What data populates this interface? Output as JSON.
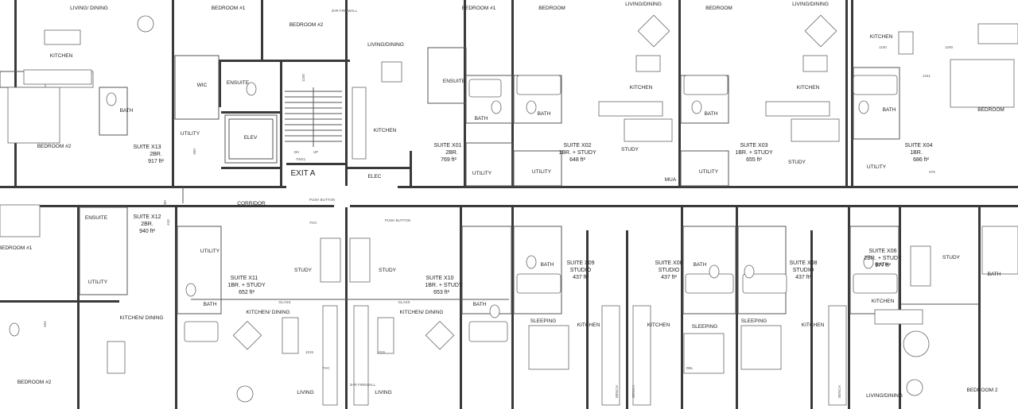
{
  "suites": [
    {
      "name": "SUITE X13",
      "type": "2BR.",
      "area": "917 ft²"
    },
    {
      "name": "SUITE X01",
      "type": "2BR.",
      "area": "769 ft²"
    },
    {
      "name": "SUITE X02",
      "type": "1BR. + STUDY",
      "area": "648 ft²"
    },
    {
      "name": "SUITE X03",
      "type": "1BR. + STUDY",
      "area": "655 ft²"
    },
    {
      "name": "SUITE X04",
      "type": "1BR.",
      "area": "686 ft²"
    },
    {
      "name": "SUITE X12",
      "type": "2BR.",
      "area": "940 ft²"
    },
    {
      "name": "SUITE X11",
      "type": "1BR. + STUDY",
      "area": "652 ft²"
    },
    {
      "name": "SUITE X10",
      "type": "1BR. + STUDY",
      "area": "653 ft²"
    },
    {
      "name": "SUITE X09",
      "type": "STUDIO",
      "area": "437 ft²"
    },
    {
      "name": "SUITE X08",
      "type": "STUDIO",
      "area": "437 ft²"
    },
    {
      "name": "SUITE X08",
      "type": "STUDIO",
      "area": "437 ft²"
    },
    {
      "name": "SUITE X06",
      "type": "2BR. + STUDY",
      "area": "977 ft²"
    }
  ],
  "rooms": {
    "living_dining": "LIVING/ DINING",
    "living_dining2": "LIVING/DINING",
    "kitchen": "KITCHEN",
    "kitchen_dining": "KITCHEN/ DINING",
    "bedroom": "BEDROOM",
    "bedroom1": "BEDROOM #1",
    "bedroom2": "BEDROOM #2",
    "bedroom_2": "BEDROOM 2",
    "bath": "BATH",
    "ensuite": "ENSUITE",
    "utility": "UTILITY",
    "study": "STUDY",
    "sleeping": "SLEEPING",
    "living": "LIVING",
    "wic": "WIC",
    "elev": "ELEV",
    "exit": "EXIT A",
    "elec": "ELEC",
    "corridor": "CORRIDOR",
    "bench": "BENCH",
    "glass": "GLASS",
    "mua": "MUA"
  },
  "notes": {
    "firewall": "2HR FIREWALL",
    "push_button": "PUSH BUTTON",
    "fhc": "FHC",
    "tws": "TWS1",
    "dh": "DH",
    "up": "UP",
    "dbl": "DBL"
  },
  "dims": [
    "1015",
    "1150",
    "1100",
    "1200",
    "1241",
    "679",
    "410",
    "600",
    "350",
    "654"
  ]
}
